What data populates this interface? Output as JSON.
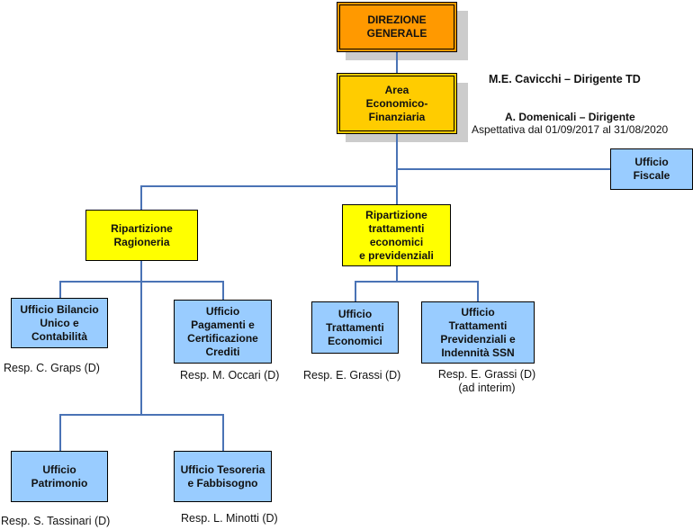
{
  "org_chart": {
    "direzione_generale": {
      "lines": [
        "DIREZIONE",
        "GENERALE"
      ],
      "color": "#ff9900"
    },
    "area": {
      "lines": [
        "Area",
        "Economico-",
        "Finanziaria"
      ],
      "color": "#ffcc00"
    },
    "area_heads": {
      "dirigente_td": "M.E. Cavicchi – Dirigente TD",
      "dirigente": "A. Domenicali – Dirigente",
      "aspettativa": "Aspettativa dal 01/09/2017 al 31/08/2020"
    },
    "ufficio_fiscale": {
      "lines": [
        "Ufficio",
        "Fiscale"
      ]
    },
    "ripartizione_ragioneria": {
      "lines": [
        "Ripartizione",
        "Ragioneria"
      ],
      "color": "#ffff00"
    },
    "ripartizione_trattamenti": {
      "lines": [
        "Ripartizione",
        "trattamenti",
        "economici",
        "e previdenziali"
      ],
      "color": "#ffff00"
    },
    "ufficio_bilancio": {
      "lines": [
        "Ufficio Bilancio",
        "Unico e",
        "Contabilità"
      ],
      "resp": "Resp. C. Graps (D)"
    },
    "ufficio_pagamenti": {
      "lines": [
        "Ufficio",
        "Pagamenti e",
        "Certificazione",
        "Crediti"
      ],
      "resp": "Resp. M. Occari (D)"
    },
    "ufficio_trattamenti_economici": {
      "lines": [
        "Ufficio",
        "Trattamenti",
        "Economici"
      ],
      "resp": "Resp. E. Grassi (D)"
    },
    "ufficio_trattamenti_previdenziali": {
      "lines": [
        "Ufficio",
        "Trattamenti",
        "Previdenziali e",
        "Indennità SSN"
      ],
      "resp": [
        "Resp. E. Grassi (D)",
        "(ad interim)"
      ]
    },
    "ufficio_patrimonio": {
      "lines": [
        "Ufficio",
        "Patrimonio"
      ],
      "resp": "Resp. S. Tassinari (D)"
    },
    "ufficio_tesoreria": {
      "lines": [
        "Ufficio Tesoreria",
        "e Fabbisogno"
      ],
      "resp": "Resp. L. Minotti (D)"
    }
  },
  "colors": {
    "connector": "#4a73b5",
    "office_blue": "#99ccff",
    "shadow": "#cccccc"
  }
}
